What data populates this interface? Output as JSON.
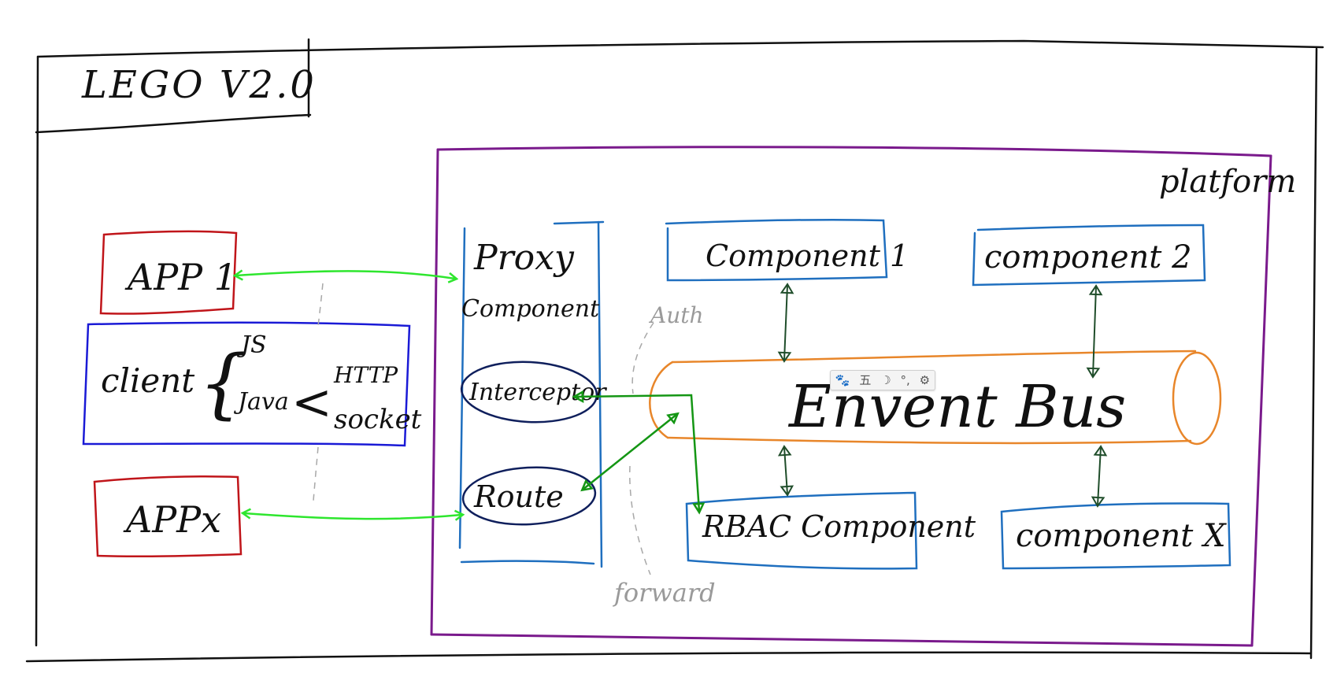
{
  "title": "LEGO V2.0",
  "platform_label": "platform",
  "apps": {
    "app1": "APP 1",
    "appx": "APPx"
  },
  "client": {
    "label": "client",
    "brace": "{",
    "js": "JS",
    "java": "Java",
    "angle": "<",
    "http": "HTTP",
    "socket": "socket"
  },
  "proxy": {
    "line1": "Proxy",
    "line2": "Component",
    "interceptor": "Interceptor",
    "route": "Route"
  },
  "components": {
    "c1": "Component 1",
    "c2": "component 2",
    "rbac": "RBAC Component",
    "cx": "component X"
  },
  "event_bus": "Envent Bus",
  "annotations": {
    "auth": "Auth",
    "forward": "forward"
  },
  "ime_toolbar": {
    "logo": "🐾",
    "mode": "五",
    "moon": "☽",
    "punct": "°,",
    "settings": "⚙"
  },
  "colors": {
    "ink": "#111111",
    "app_red": "#c0151a",
    "client_blue": "#1a1ad6",
    "component_blue": "#1f6fbf",
    "navy": "#0f1f5c",
    "platform_purple": "#7a1a8c",
    "bus_orange": "#e8862a",
    "arrow_green": "#2ee62e",
    "arrow_dark_green": "#149614",
    "bus_arrow_green": "#1f4d2a",
    "faint_gray": "#a8a8a8"
  }
}
